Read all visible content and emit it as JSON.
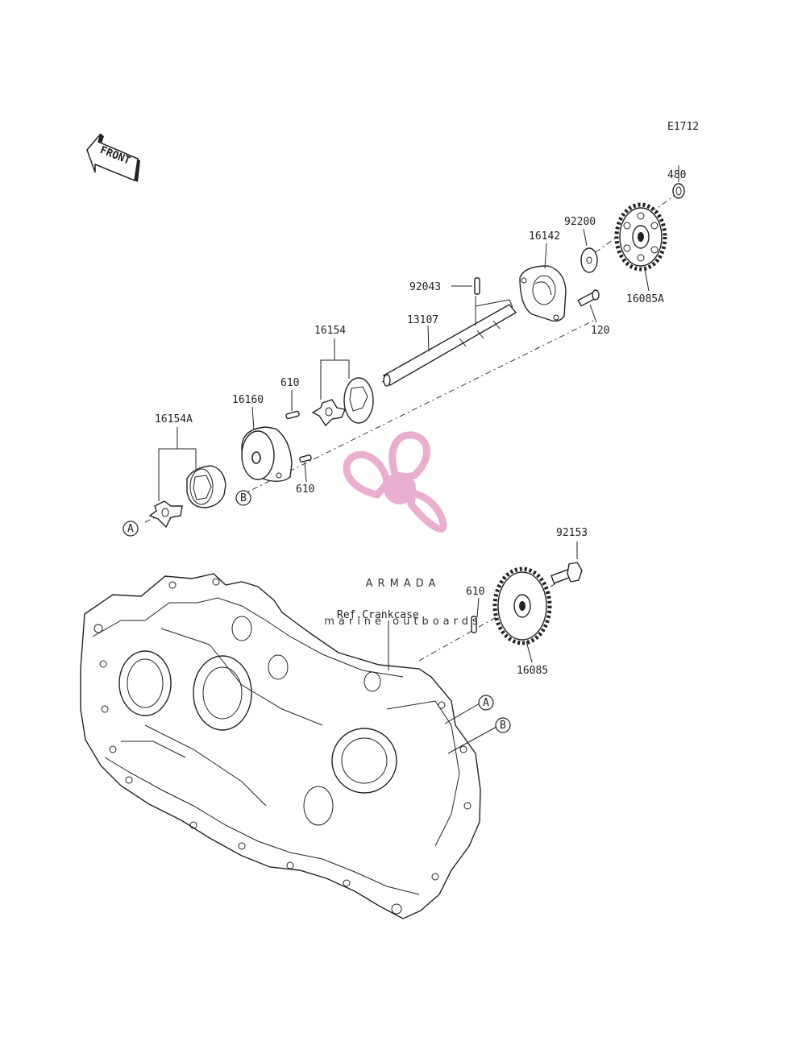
{
  "diagram_code": "E1712",
  "front_label": "FRONT",
  "reference_label": "Ref.Crankcase",
  "callouts": {
    "c480": "480",
    "c92200": "92200",
    "c16142": "16142",
    "c16085A": "16085A",
    "c120": "120",
    "c92043": "92043",
    "c13107": "13107",
    "c16154": "16154",
    "c610_top": "610",
    "c16160": "16160",
    "c610_mid": "610",
    "c16154A": "16154A",
    "c92153": "92153",
    "c610_low": "610",
    "c16085": "16085"
  },
  "markers": {
    "a_top": "A",
    "b_top": "B",
    "a_low": "A",
    "b_low": "B"
  },
  "watermark": {
    "brand": "ARMADA",
    "tagline": "marine outboards",
    "color": "#e9a9cc",
    "text_color": "#6e6e6e"
  }
}
